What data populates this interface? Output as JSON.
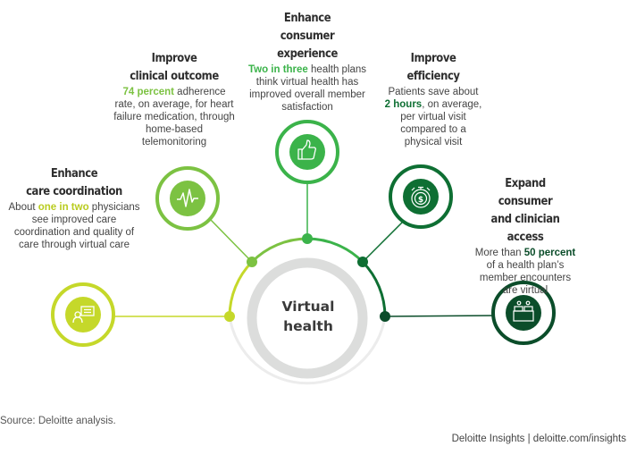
{
  "center": {
    "label": "Virtual\nhealth"
  },
  "colors": {
    "lime": "#c5d82a",
    "light_green": "#7cc242",
    "green": "#3bb34a",
    "dark_green": "#0e6f33",
    "darkest_green": "#0b4d2a",
    "gray_ring": "#dcdddc",
    "light_gray_arc": "#ececec"
  },
  "nodes": [
    {
      "id": "care-coordination",
      "title": "Enhance\ncare coordination",
      "desc_pre": "About ",
      "highlight": "one in two",
      "desc_post": " physicians see improved care coordination and quality of care through virtual care",
      "icon": "presentation-person-icon",
      "color": "#c5d82a"
    },
    {
      "id": "clinical-outcome",
      "title": "Improve\nclinical outcome",
      "desc_pre": "",
      "highlight": "74 percent",
      "desc_post": " adherence rate, on average, for heart failure medication, through home-based telemonitoring",
      "icon": "heartbeat-icon",
      "color": "#7cc242"
    },
    {
      "id": "consumer-experience",
      "title": "Enhance\nconsumer experience",
      "desc_pre": "",
      "highlight": "Two in three",
      "desc_post": " health plans think virtual health has improved overall member satisfaction",
      "icon": "thumbs-up-icon",
      "color": "#3bb34a"
    },
    {
      "id": "efficiency",
      "title": "Improve\nefficiency",
      "desc_pre": "Patients save about ",
      "highlight": "2 hours",
      "desc_post": ", on average, per virtual visit compared to a physical visit",
      "icon": "stopwatch-dollar-icon",
      "color": "#0e6f33"
    },
    {
      "id": "access",
      "title": "Expand consumer\nand clinician access",
      "desc_pre": "More than ",
      "highlight": "50 percent",
      "desc_post": " of a health plan’s member encounters are virtual",
      "icon": "people-behind-desk-icon",
      "color": "#0b4d2a"
    }
  ],
  "footer": {
    "source": "Source: Deloitte analysis.",
    "credit": "Deloitte Insights | deloitte.com/insights"
  }
}
